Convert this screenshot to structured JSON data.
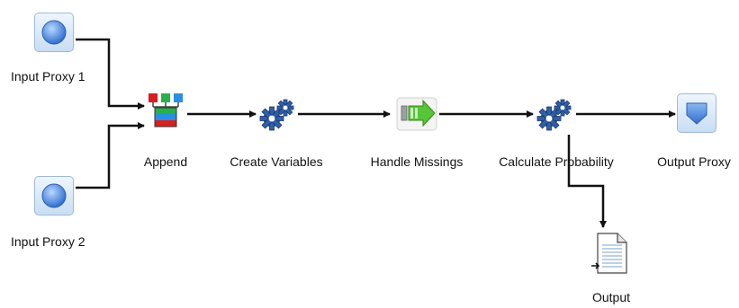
{
  "workflow": {
    "nodes": [
      {
        "id": "input1",
        "label": "Input Proxy 1",
        "icon": "input-proxy-icon"
      },
      {
        "id": "input2",
        "label": "Input Proxy 2",
        "icon": "input-proxy-icon"
      },
      {
        "id": "append",
        "label": "Append",
        "icon": "append-icon"
      },
      {
        "id": "createvars",
        "label": "Create Variables",
        "icon": "gears-icon"
      },
      {
        "id": "handlemiss",
        "label": "Handle Missings",
        "icon": "handle-missings-icon"
      },
      {
        "id": "calcprob",
        "label": "Calculate Probability",
        "icon": "gears-icon"
      },
      {
        "id": "outproxy",
        "label": "Output Proxy",
        "icon": "output-proxy-icon"
      },
      {
        "id": "output",
        "label": "Output",
        "icon": "document-output-icon"
      }
    ]
  },
  "colors": {
    "wire": "#111111",
    "tile_border": "#9fbad8",
    "tile_fill": "#c9ddf3",
    "gear": "#2f5fa8",
    "arrow_green": "#58c437"
  }
}
